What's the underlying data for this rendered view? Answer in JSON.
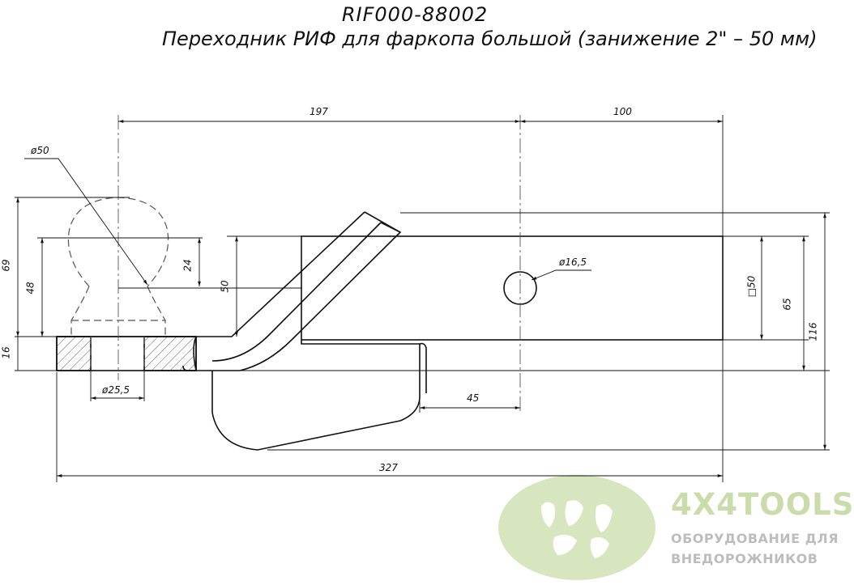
{
  "title": {
    "part_number": "RIF000-88002",
    "description": "Переходник РИФ для фаркопа большой (занижение 2\" – 50 мм)"
  },
  "dimensions": {
    "length_197": "197",
    "length_100": "100",
    "ball_diameter": "ø50",
    "hole_diameter": "ø16,5",
    "shank_diameter": "ø25,5",
    "height_69": "69",
    "height_48": "48",
    "height_24": "24",
    "height_50": "50",
    "height_16": "16",
    "square_50": "□50",
    "height_65": "65",
    "height_116": "116",
    "length_45": "45",
    "total_length": "327"
  },
  "logo": {
    "brand": "4X4TOOLS",
    "line1": "ОБОРУДОВАНИЕ ДЛЯ",
    "line2": "ВНЕДОРОЖНИКОВ",
    "color_green": "#c9dcaa",
    "color_gray": "#bdbdbd"
  }
}
